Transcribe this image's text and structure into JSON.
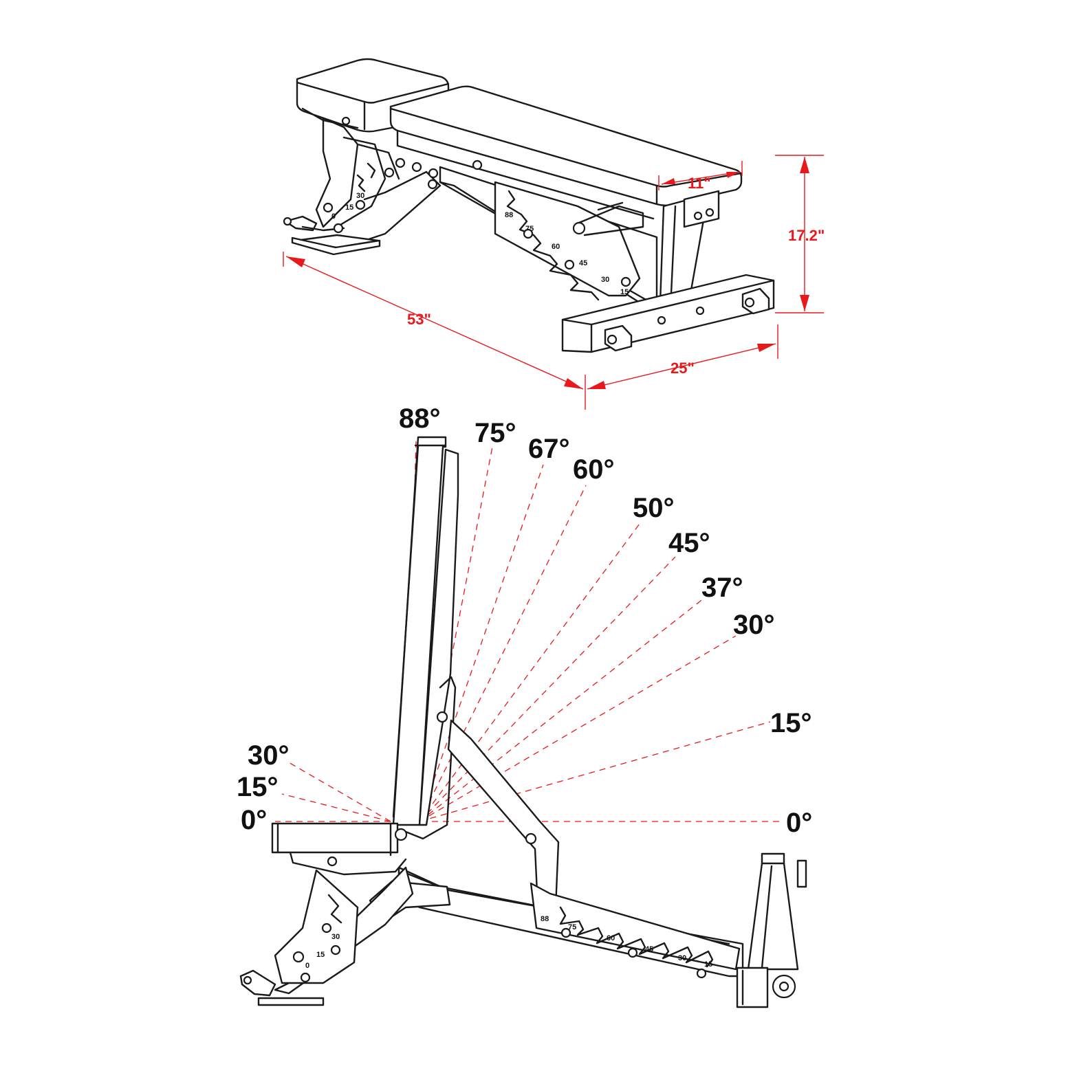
{
  "dimensions": {
    "length": "53\"",
    "width": "25\"",
    "height": "17.2\"",
    "pad_width": "11\""
  },
  "back_angles": [
    "88°",
    "75°",
    "67°",
    "60°",
    "50°",
    "45°",
    "37°",
    "30°",
    "15°",
    "0°"
  ],
  "seat_angles": [
    "30°",
    "15°",
    "0°"
  ],
  "top_ladder_marks": [
    "88",
    "75",
    "60",
    "45",
    "30",
    "15"
  ],
  "top_seat_marks": [
    "30",
    "15",
    "0"
  ],
  "side_ladder_marks": [
    "88",
    "75",
    "60",
    "45",
    "30",
    "15"
  ],
  "side_seat_marks": [
    "30",
    "15",
    "0"
  ],
  "colors": {
    "dimension_red": "#e8191c",
    "line_black": "#1a1a1a"
  }
}
